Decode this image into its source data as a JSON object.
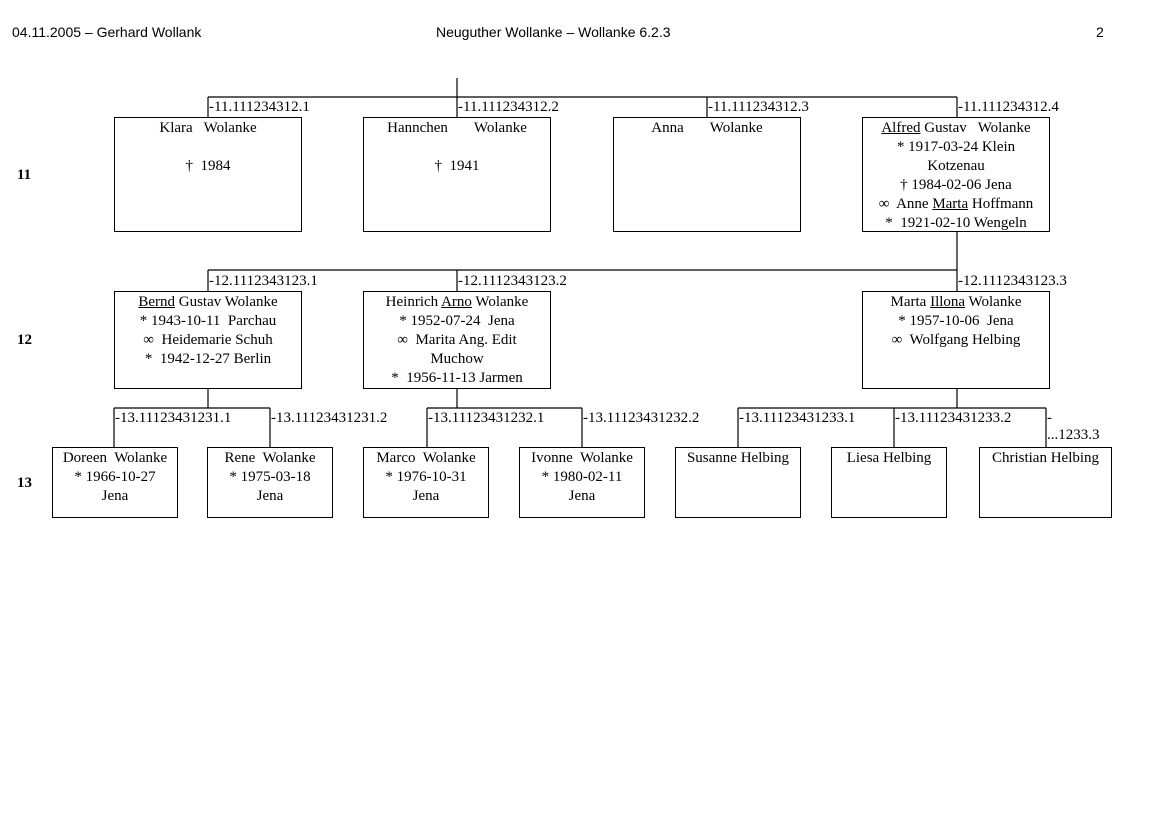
{
  "header": {
    "left": "04.11.2005 – Gerhard Wollank",
    "center": "Neuguther Wollanke – Wollanke 6.2.3",
    "page": "2"
  },
  "generations": [
    "11",
    "12",
    "13"
  ],
  "persons": [
    {
      "code": "-11.111234312.1",
      "lines": [
        {
          "text": "Klara   Wolanke"
        },
        {
          "text": ""
        },
        {
          "text": "†  1984"
        }
      ]
    },
    {
      "code": "-11.111234312.2",
      "lines": [
        {
          "text": "Hannchen       Wolanke"
        },
        {
          "text": ""
        },
        {
          "text": "†  1941"
        }
      ]
    },
    {
      "code": "-11.111234312.3",
      "lines": [
        {
          "text": "Anna       Wolanke"
        }
      ]
    },
    {
      "code": "-11.111234312.4",
      "lines": [
        {
          "text": "Alfred Gustav   Wolanke",
          "underline": "Alfred"
        },
        {
          "text": "* 1917-03-24 Klein"
        },
        {
          "text": "Kotzenau"
        },
        {
          "text": "† 1984-02-06 Jena"
        },
        {
          "text": "∞  Anne Marta Hoffmann",
          "underline": "Marta"
        },
        {
          "text": "*  1921-02-10 Wengeln"
        }
      ]
    },
    {
      "code": "-12.1112343123.1",
      "lines": [
        {
          "text": "Bernd Gustav Wolanke",
          "underline": "Bernd"
        },
        {
          "text": "* 1943-10-11  Parchau"
        },
        {
          "text": "∞  Heidemarie Schuh"
        },
        {
          "text": "*  1942-12-27 Berlin"
        }
      ]
    },
    {
      "code": "-12.1112343123.2",
      "lines": [
        {
          "text": "Heinrich Arno Wolanke",
          "underline": "Arno"
        },
        {
          "text": "* 1952-07-24  Jena"
        },
        {
          "text": "∞  Marita Ang. Edit"
        },
        {
          "text": "Muchow"
        },
        {
          "text": "*  1956-11-13 Jarmen"
        }
      ]
    },
    {
      "code": "-12.1112343123.3",
      "lines": [
        {
          "text": "Marta Illona Wolanke",
          "underline": "Illona"
        },
        {
          "text": "* 1957-10-06  Jena"
        },
        {
          "text": "∞  Wolfgang Helbing"
        }
      ]
    },
    {
      "code": "-13.11123431231.1",
      "lines": [
        {
          "text": "Doreen  Wolanke"
        },
        {
          "text": "* 1966-10-27"
        },
        {
          "text": "Jena"
        }
      ]
    },
    {
      "code": "-13.11123431231.2",
      "lines": [
        {
          "text": "Rene  Wolanke"
        },
        {
          "text": "* 1975-03-18"
        },
        {
          "text": "Jena"
        }
      ]
    },
    {
      "code": "-13.11123431232.1",
      "lines": [
        {
          "text": "Marco  Wolanke"
        },
        {
          "text": "* 1976-10-31"
        },
        {
          "text": "Jena"
        }
      ]
    },
    {
      "code": "-13.11123431232.2",
      "lines": [
        {
          "text": "Ivonne  Wolanke"
        },
        {
          "text": "* 1980-02-11"
        },
        {
          "text": "Jena"
        }
      ]
    },
    {
      "code": "-13.11123431233.1",
      "lines": [
        {
          "text": "Susanne Helbing"
        }
      ]
    },
    {
      "code": "-13.11123431233.2",
      "lines": [
        {
          "text": "Liesa Helbing"
        }
      ]
    },
    {
      "code": "-\n...1233.3",
      "lines": [
        {
          "text": "Christian Helbing"
        }
      ]
    }
  ]
}
